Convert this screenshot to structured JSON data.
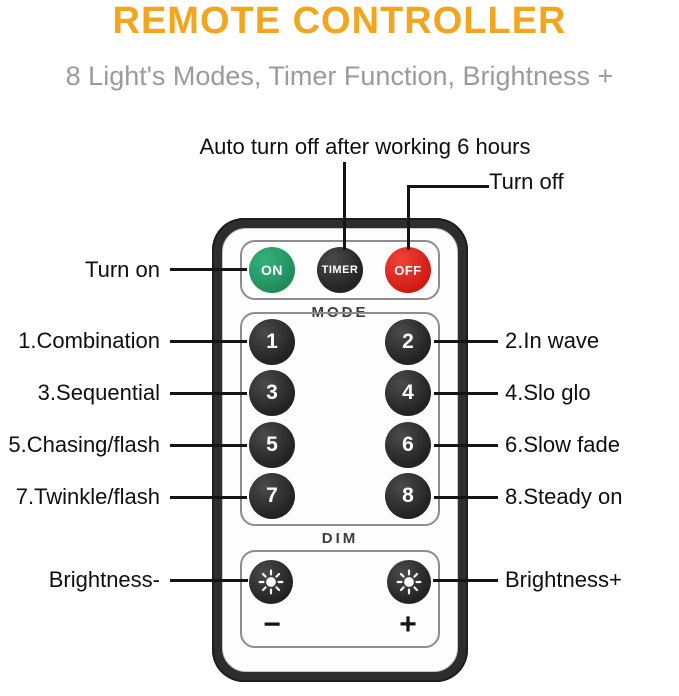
{
  "header": {
    "title": "REMOTE CONTROLLER",
    "subtitle": "8 Light's Modes, Timer Function, Brightness +"
  },
  "annotations": {
    "auto_off": "Auto turn off after working 6 hours",
    "turn_off": "Turn off",
    "turn_on": "Turn on"
  },
  "callouts": {
    "left": [
      "1.Combination",
      "3.Sequential",
      "5.Chasing/flash",
      "7.Twinkle/flash",
      "Brightness-"
    ],
    "right": [
      "2.In wave",
      "4.Slo glo",
      "6.Slow fade",
      "8.Steady on",
      "Brightness+"
    ]
  },
  "remote": {
    "power_buttons": [
      {
        "label": "ON",
        "color": "#2aa06a"
      },
      {
        "label": "TIMER",
        "color": "#2f2f2f"
      },
      {
        "label": "OFF",
        "color": "#e6231d"
      }
    ],
    "mode_label": "MODE",
    "mode_buttons": [
      "1",
      "2",
      "3",
      "4",
      "5",
      "6",
      "7",
      "8"
    ],
    "dim_label": "DIM",
    "dim": {
      "minus": "−",
      "plus": "+",
      "icon": "sun-icon"
    }
  },
  "colors": {
    "title": "#f2a51f",
    "subtitle": "#9b9b9b",
    "on_button": "#2aa06a",
    "off_button": "#e6231d",
    "dark_button": "#2f2f2f",
    "remote_body": "#2d2d2d"
  }
}
